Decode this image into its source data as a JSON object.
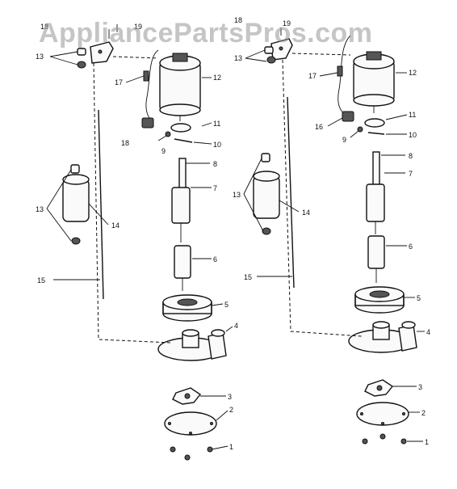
{
  "watermark": "AppliancePartsPros.com",
  "left_assembly": {
    "callouts": [
      "18",
      "19",
      "13",
      "12",
      "17",
      "11",
      "18",
      "9",
      "10",
      "8",
      "7",
      "13",
      "14",
      "6",
      "15",
      "5",
      "4",
      "3",
      "2",
      "1"
    ]
  },
  "right_assembly": {
    "callouts": [
      "18",
      "19",
      "13",
      "12",
      "17",
      "11",
      "16",
      "9",
      "10",
      "8",
      "7",
      "13",
      "14",
      "6",
      "15",
      "5",
      "4",
      "3",
      "2",
      "1"
    ]
  }
}
